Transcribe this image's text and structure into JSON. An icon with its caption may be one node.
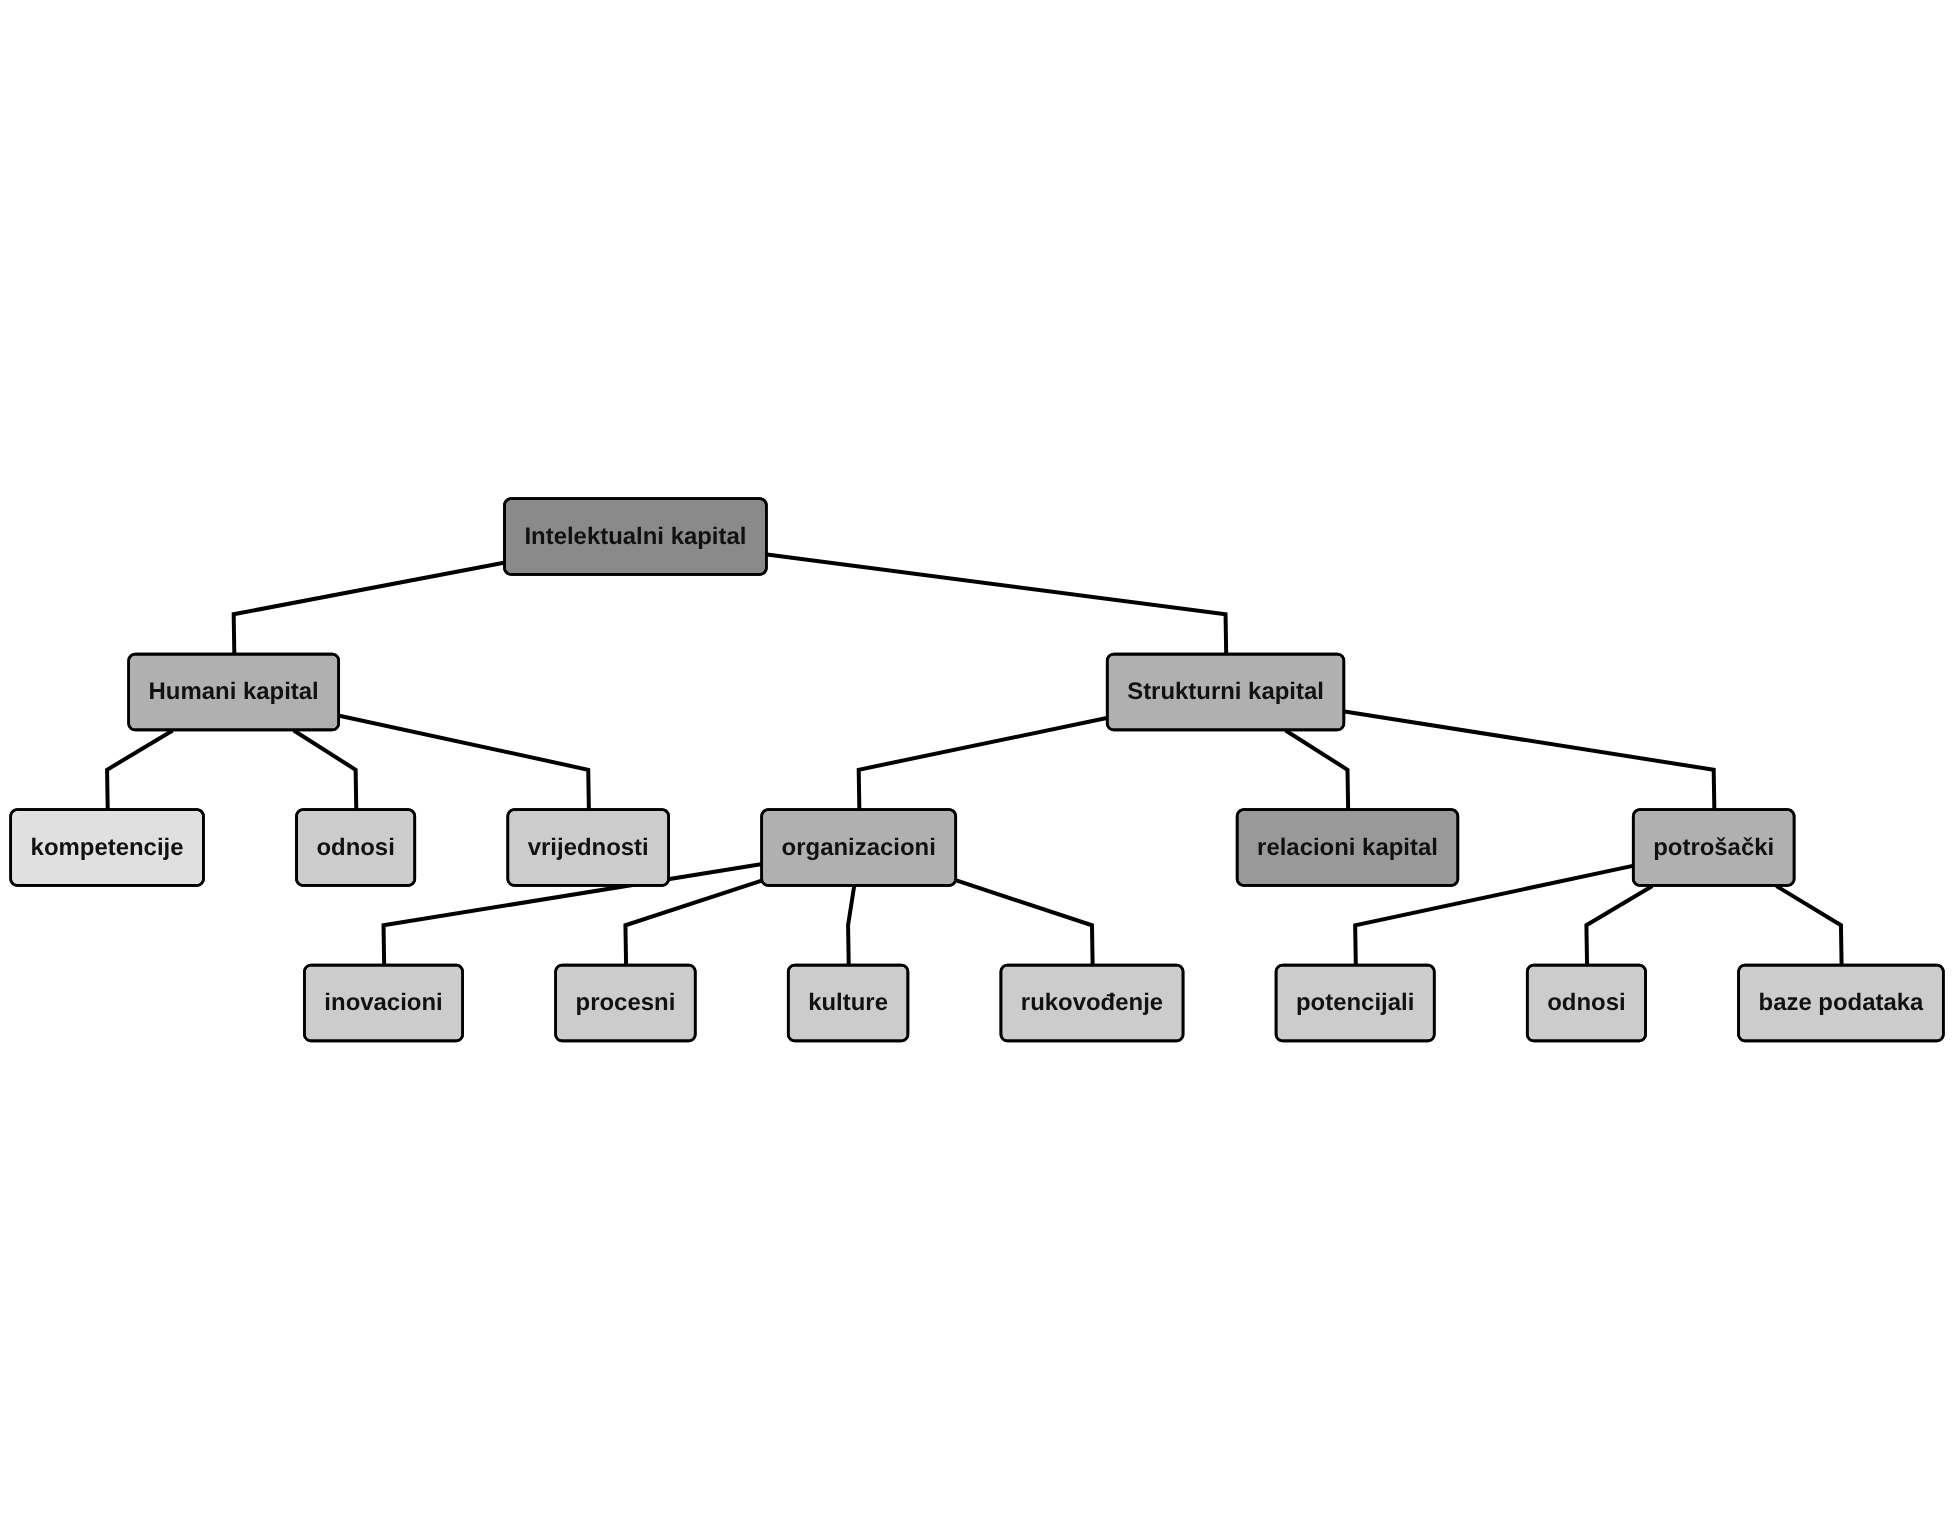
{
  "diagram": {
    "nodes": [
      {
        "text": [
          "Intelektualni kapital"
        ]
      },
      {
        "text": [
          "Humani kapital"
        ]
      },
      {
        "text": [
          "Strukturni kapital"
        ]
      },
      {
        "text": [
          "kompetencije"
        ]
      },
      {
        "text": [
          "odnosi"
        ]
      },
      {
        "text": [
          "vrijednosti"
        ]
      },
      {
        "text": [
          "organizacioni"
        ]
      },
      {
        "text": [
          "relacioni kapital"
        ]
      },
      {
        "text": [
          "potrošački"
        ]
      },
      {
        "text": [
          "inovacioni"
        ]
      },
      {
        "text": [
          "procesni"
        ]
      },
      {
        "text": [
          "kulture"
        ]
      },
      {
        "text": [
          "rukovođenje"
        ]
      },
      {
        "text": [
          "potencijali"
        ]
      },
      {
        "text": [
          "odnosi"
        ]
      },
      {
        "text": [
          "baze podataka"
        ]
      }
    ],
    "edges": [
      {
        "from": 0,
        "to": 1,
        "arrow": "none"
      },
      {
        "from": 0,
        "to": 2,
        "arrow": "none"
      },
      {
        "from": 1,
        "to": 3,
        "arrow": "none"
      },
      {
        "from": 1,
        "to": 4,
        "arrow": "none"
      },
      {
        "from": 1,
        "to": 5,
        "arrow": "none"
      },
      {
        "from": 2,
        "to": 6,
        "arrow": "none"
      },
      {
        "from": 2,
        "to": 7,
        "arrow": "none"
      },
      {
        "from": 2,
        "to": 8,
        "arrow": "none"
      },
      {
        "from": 6,
        "to": 9,
        "arrow": "none"
      },
      {
        "from": 6,
        "to": 10,
        "arrow": "none"
      },
      {
        "from": 6,
        "to": 11,
        "arrow": "none"
      },
      {
        "from": 6,
        "to": 12,
        "arrow": "none"
      },
      {
        "from": 8,
        "to": 13,
        "arrow": "none"
      },
      {
        "from": 8,
        "to": 14,
        "arrow": "none"
      },
      {
        "from": 8,
        "to": 15,
        "arrow": "none"
      }
    ]
  }
}
